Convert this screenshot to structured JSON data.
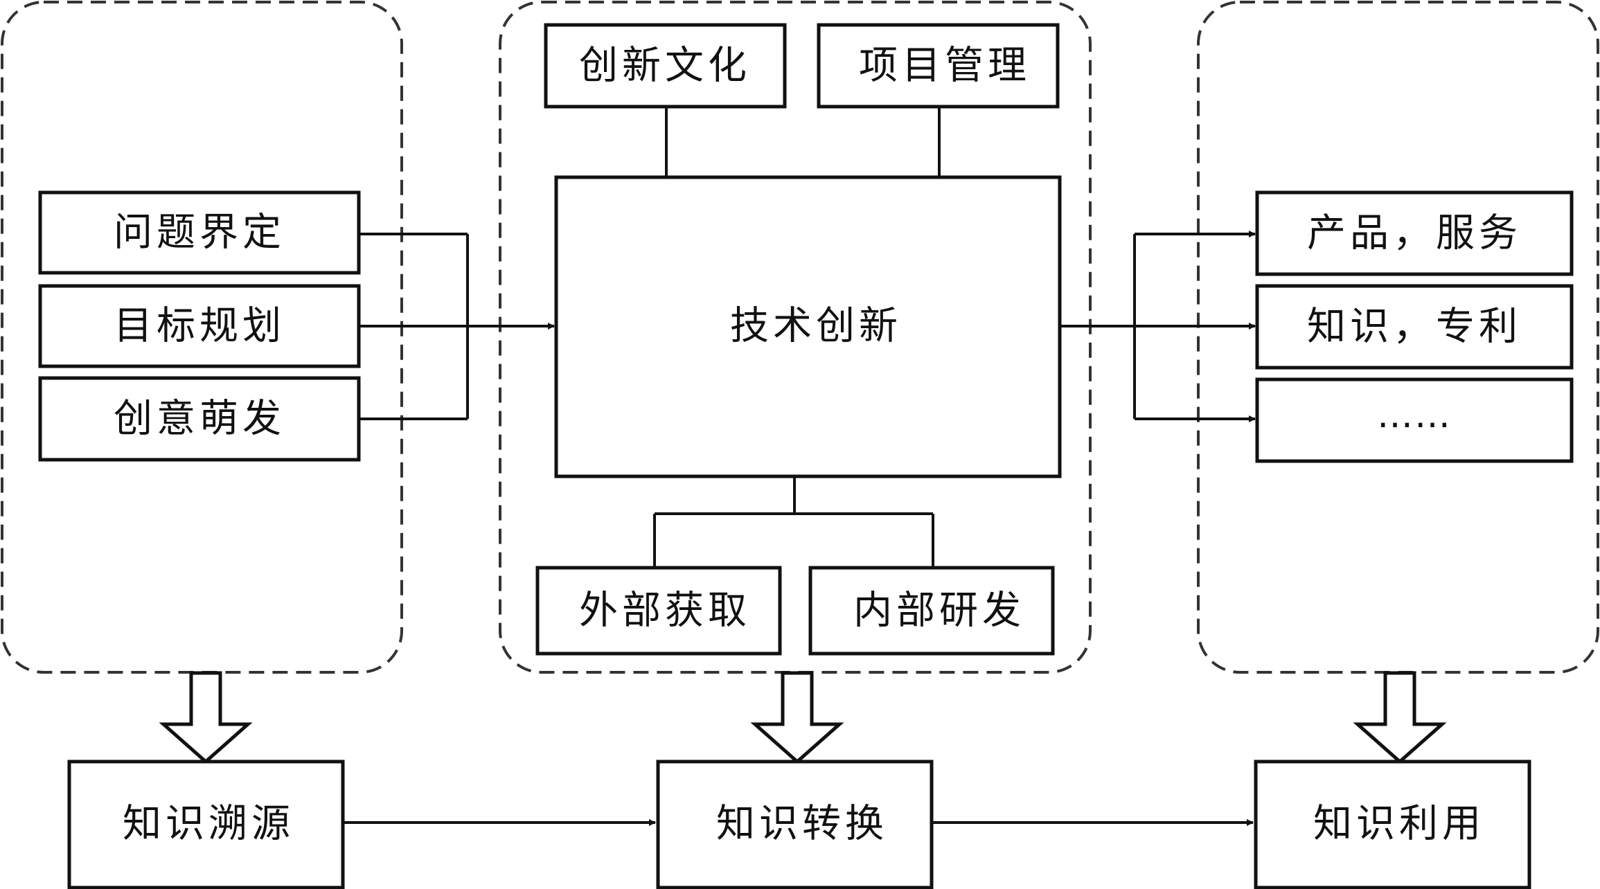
{
  "left_group": {
    "items": [
      "问题界定",
      "目标规划",
      "创意萌发"
    ]
  },
  "center_group": {
    "top_items": [
      "创新文化",
      "项目管理"
    ],
    "core": "技术创新",
    "bottom_items": [
      "外部获取",
      "内部研发"
    ]
  },
  "right_group": {
    "items": [
      "产品，服务",
      "知识，专利",
      "……"
    ]
  },
  "bottom_row": {
    "stages": [
      "知识溯源",
      "知识转换",
      "知识利用"
    ]
  },
  "colors": {
    "stroke": "#111111",
    "dashed_border": "#333333",
    "background": "#ffffff"
  }
}
